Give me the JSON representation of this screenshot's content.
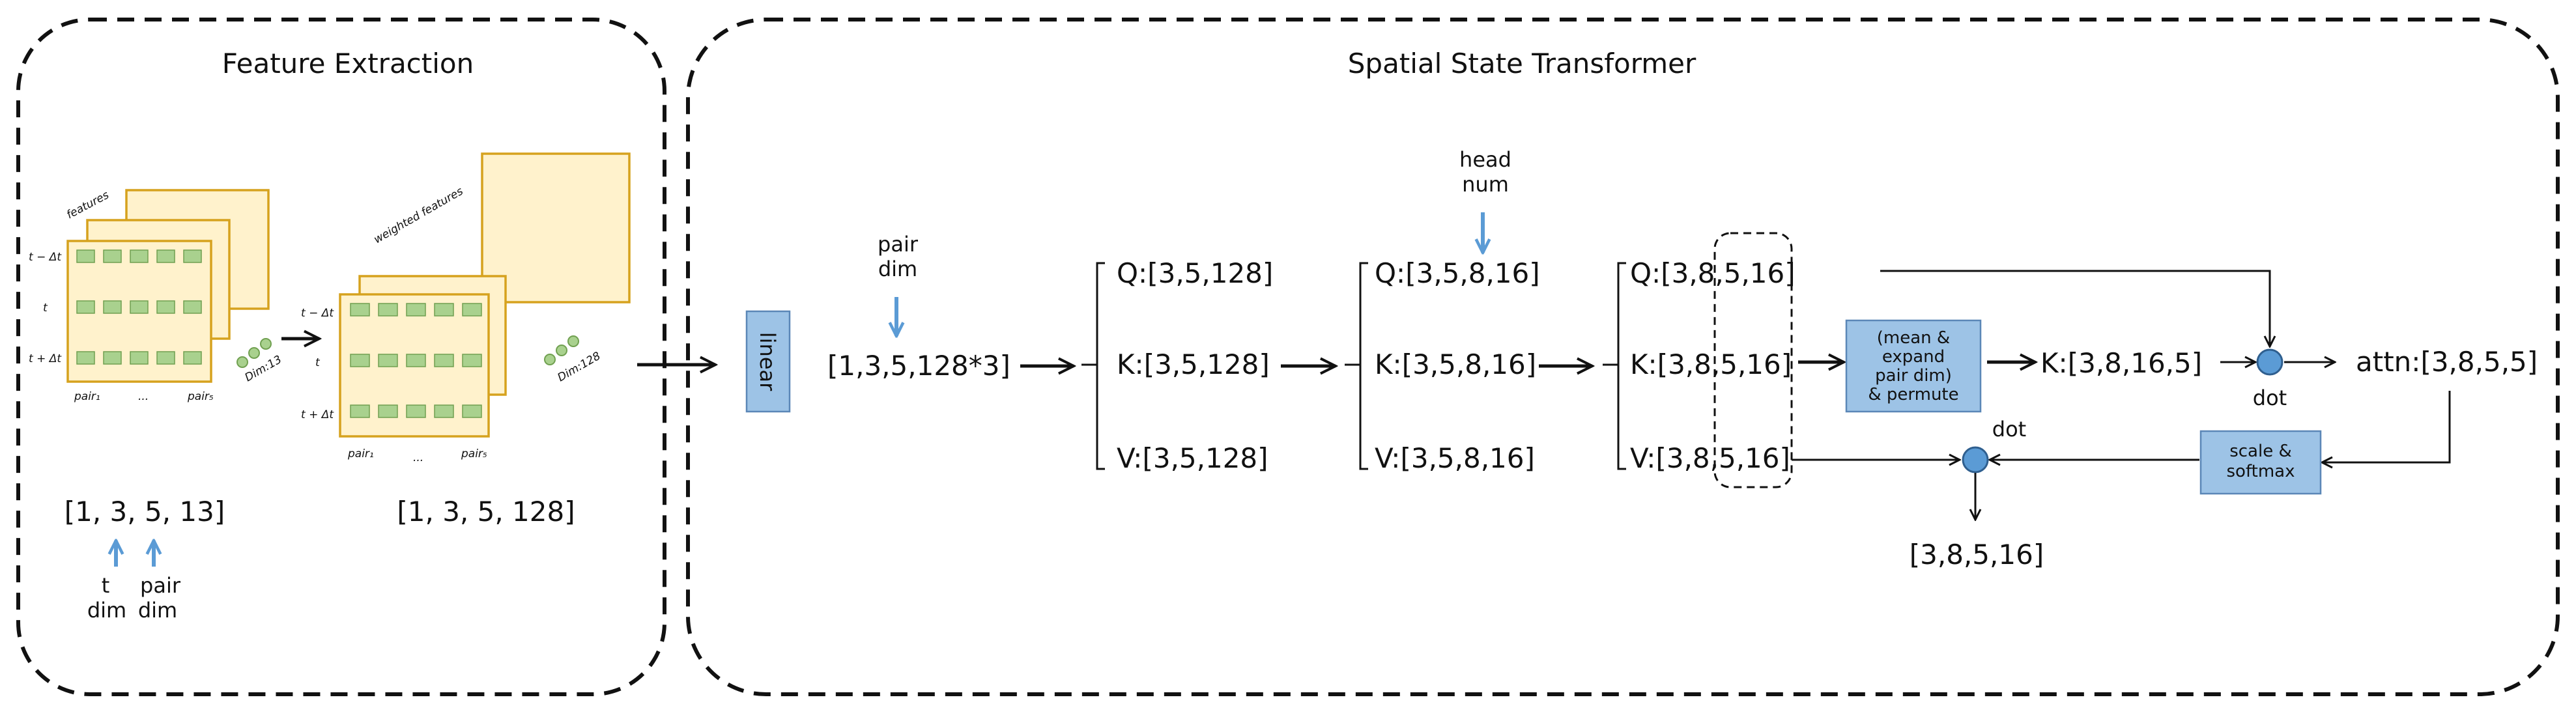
{
  "colors": {
    "panel_border": "#111111",
    "feature_fill": "#fff2cc",
    "feature_stroke": "#d6a21e",
    "cell_fill": "#a9d18e",
    "cell_stroke": "#70a050",
    "box_fill": "#9dc3e6",
    "box_stroke": "#5b87b7",
    "blue_arrow": "#5b9bd5",
    "dot_fill": "#5b9bd5"
  },
  "feature_extraction": {
    "title": "Feature Extraction",
    "stack1": {
      "label": "features",
      "row_labels": [
        "t − Δt",
        "t",
        "t + Δt"
      ],
      "col_labels": [
        "pair₁",
        "...",
        "pair₅"
      ],
      "dim_label": "Dim:13"
    },
    "stack2": {
      "label": "weighted features",
      "row_labels": [
        "t − Δt",
        "t",
        "t + Δt"
      ],
      "col_labels": [
        "pair₁",
        "...",
        "pair₅"
      ],
      "dim_label": "Dim:128"
    },
    "shape1": "[1, 3, 5, 13]",
    "shape2": "[1, 3, 5, 128]",
    "t_dim": [
      "t",
      "dim"
    ],
    "pair_dim": [
      "pair",
      "dim"
    ]
  },
  "transformer": {
    "title": "Spatial State Transformer",
    "linear_label": "linear",
    "pair_dim": [
      "pair",
      "dim"
    ],
    "input_shape": "[1,3,5,128*3]",
    "qkv1": [
      "Q:[3,5,128]",
      "K:[3,5,128]",
      "V:[3,5,128]"
    ],
    "head_num": [
      "head",
      "num"
    ],
    "qkv2": [
      "Q:[3,5,8,16]",
      "K:[3,5,8,16]",
      "V:[3,5,8,16]"
    ],
    "qkv3": [
      "Q:[3,8,5,16]",
      "K:[3,8,5,16]",
      "V:[3,8,5,16]"
    ],
    "expand_box": [
      "(mean &",
      "expand",
      "pair dim)",
      "& permute"
    ],
    "k_expanded": "K:[3,8,16,5]",
    "dot_label_1": "dot",
    "attn": "attn:[3,8,5,5]",
    "scale_box": [
      "scale &",
      "softmax"
    ],
    "dot_label_2": "dot",
    "output": "[3,8,5,16]"
  }
}
